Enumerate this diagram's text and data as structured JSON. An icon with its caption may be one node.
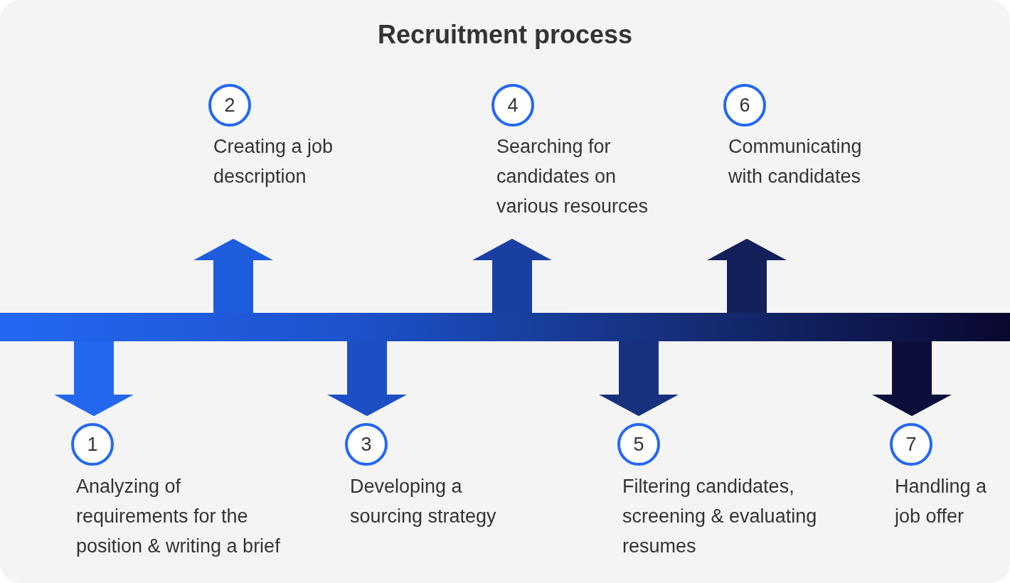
{
  "diagram": {
    "title": "Recruitment process",
    "nodes": [
      {
        "text": [],
        "shape": "bar"
      },
      {
        "text": [
          "1",
          "Analyzing of requirements for the position & writing a brief"
        ]
      },
      {
        "text": [
          "2",
          "Creating a job description"
        ]
      },
      {
        "text": [
          "3",
          "Developing a sourcing strategy"
        ]
      },
      {
        "text": [
          "4",
          "Searching for candidates on various resources"
        ]
      },
      {
        "text": [
          "5",
          "Filtering candidates, screening & evaluating resumes"
        ]
      },
      {
        "text": [
          "6",
          "Communicating with candidates"
        ]
      },
      {
        "text": [
          "7",
          "Handling a job offer"
        ]
      }
    ],
    "edges": [
      {
        "from": 0,
        "to": 1,
        "arrow": "to",
        "color": "#2367ee"
      },
      {
        "from": 0,
        "to": 2,
        "arrow": "to",
        "color": "#1f5ddf"
      },
      {
        "from": 0,
        "to": 3,
        "arrow": "to",
        "color": "#1c4fc4"
      },
      {
        "from": 0,
        "to": 4,
        "arrow": "to",
        "color": "#1a3fa3"
      },
      {
        "from": 0,
        "to": 5,
        "arrow": "to",
        "color": "#17317d"
      },
      {
        "from": 0,
        "to": 6,
        "arrow": "to",
        "color": "#13205a"
      },
      {
        "from": 0,
        "to": 7,
        "arrow": "to",
        "color": "#0d0f3a"
      }
    ]
  }
}
